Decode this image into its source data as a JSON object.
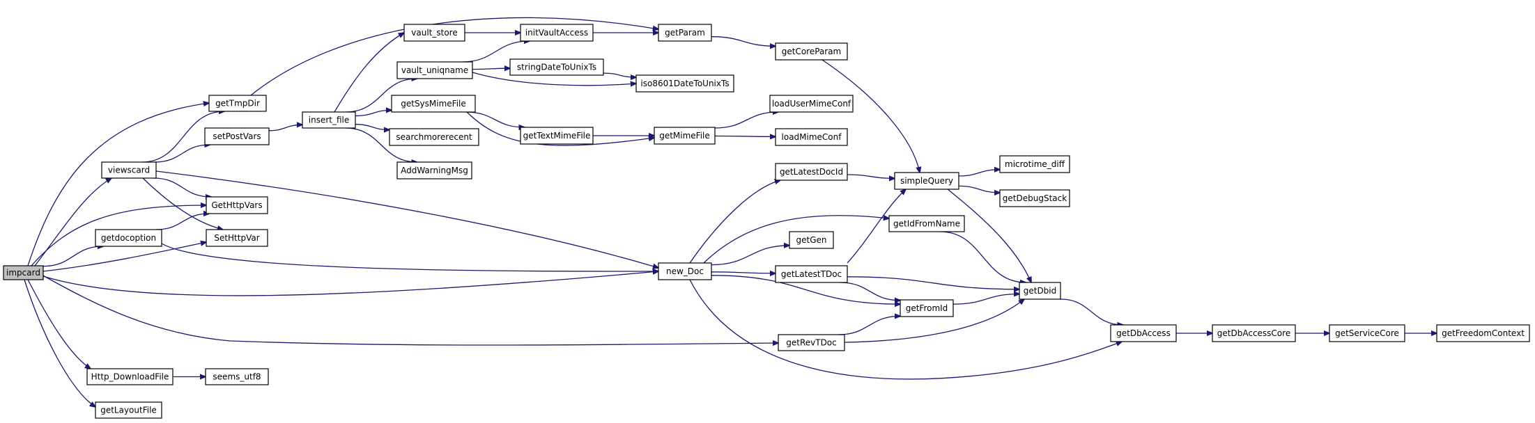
{
  "graph": {
    "colors": {
      "edge": "#191970",
      "node_border": "#000000",
      "node_fill": "#ffffff",
      "root_fill": "#bfbfbf"
    },
    "nodes": [
      {
        "id": "impcard",
        "label": "impcard",
        "root": true
      },
      {
        "id": "getTmpDir",
        "label": "getTmpDir"
      },
      {
        "id": "viewscard",
        "label": "viewscard"
      },
      {
        "id": "setPostVars",
        "label": "setPostVars"
      },
      {
        "id": "GetHttpVars",
        "label": "GetHttpVars"
      },
      {
        "id": "getdocoption",
        "label": "getdocoption"
      },
      {
        "id": "SetHttpVar",
        "label": "SetHttpVar"
      },
      {
        "id": "Http_DownloadFile",
        "label": "Http_DownloadFile"
      },
      {
        "id": "seems_utf8",
        "label": "seems_utf8"
      },
      {
        "id": "getLayoutFile",
        "label": "getLayoutFile"
      },
      {
        "id": "insert_file",
        "label": "insert_file"
      },
      {
        "id": "vault_store",
        "label": "vault_store"
      },
      {
        "id": "vault_uniqname",
        "label": "vault_uniqname"
      },
      {
        "id": "getSysMimeFile",
        "label": "getSysMimeFile"
      },
      {
        "id": "searchmorerecent",
        "label": "searchmorerecent"
      },
      {
        "id": "AddWarningMsg",
        "label": "AddWarningMsg"
      },
      {
        "id": "initVaultAccess",
        "label": "initVaultAccess"
      },
      {
        "id": "stringDateToUnixTs",
        "label": "stringDateToUnixTs"
      },
      {
        "id": "getTextMimeFile",
        "label": "getTextMimeFile"
      },
      {
        "id": "getParam",
        "label": "getParam"
      },
      {
        "id": "iso8601DateToUnixTs",
        "label": "iso8601DateToUnixTs"
      },
      {
        "id": "getMimeFile",
        "label": "getMimeFile"
      },
      {
        "id": "new_Doc",
        "label": "new_Doc"
      },
      {
        "id": "getCoreParam",
        "label": "getCoreParam"
      },
      {
        "id": "loadUserMimeConf",
        "label": "loadUserMimeConf"
      },
      {
        "id": "loadMimeConf",
        "label": "loadMimeConf"
      },
      {
        "id": "getLatestDocId",
        "label": "getLatestDocId"
      },
      {
        "id": "getGen",
        "label": "getGen"
      },
      {
        "id": "getLatestTDoc",
        "label": "getLatestTDoc"
      },
      {
        "id": "getRevTDoc",
        "label": "getRevTDoc"
      },
      {
        "id": "simpleQuery",
        "label": "simpleQuery"
      },
      {
        "id": "getIdFromName",
        "label": "getIdFromName"
      },
      {
        "id": "getFromId",
        "label": "getFromId"
      },
      {
        "id": "microtime_diff",
        "label": "microtime_diff"
      },
      {
        "id": "getDebugStack",
        "label": "getDebugStack"
      },
      {
        "id": "getDbid",
        "label": "getDbid"
      },
      {
        "id": "getDbAccess",
        "label": "getDbAccess"
      },
      {
        "id": "getDbAccessCore",
        "label": "getDbAccessCore"
      },
      {
        "id": "getServiceCore",
        "label": "getServiceCore"
      },
      {
        "id": "getFreedomContext",
        "label": "getFreedomContext"
      }
    ],
    "edges": [
      [
        "impcard",
        "getTmpDir"
      ],
      [
        "impcard",
        "viewscard"
      ],
      [
        "impcard",
        "GetHttpVars"
      ],
      [
        "impcard",
        "getdocoption"
      ],
      [
        "impcard",
        "SetHttpVar"
      ],
      [
        "impcard",
        "new_Doc"
      ],
      [
        "impcard",
        "getRevTDoc"
      ],
      [
        "impcard",
        "Http_DownloadFile"
      ],
      [
        "impcard",
        "getLayoutFile"
      ],
      [
        "getTmpDir",
        "getParam"
      ],
      [
        "viewscard",
        "getTmpDir"
      ],
      [
        "viewscard",
        "setPostVars"
      ],
      [
        "viewscard",
        "GetHttpVars"
      ],
      [
        "viewscard",
        "SetHttpVar"
      ],
      [
        "viewscard",
        "new_Doc"
      ],
      [
        "setPostVars",
        "insert_file"
      ],
      [
        "getdocoption",
        "GetHttpVars"
      ],
      [
        "getdocoption",
        "new_Doc"
      ],
      [
        "Http_DownloadFile",
        "seems_utf8"
      ],
      [
        "insert_file",
        "vault_store"
      ],
      [
        "insert_file",
        "vault_uniqname"
      ],
      [
        "insert_file",
        "getSysMimeFile"
      ],
      [
        "insert_file",
        "searchmorerecent"
      ],
      [
        "insert_file",
        "AddWarningMsg"
      ],
      [
        "vault_store",
        "initVaultAccess"
      ],
      [
        "vault_uniqname",
        "initVaultAccess"
      ],
      [
        "vault_uniqname",
        "stringDateToUnixTs"
      ],
      [
        "vault_uniqname",
        "iso8601DateToUnixTs"
      ],
      [
        "initVaultAccess",
        "getParam"
      ],
      [
        "stringDateToUnixTs",
        "iso8601DateToUnixTs"
      ],
      [
        "getSysMimeFile",
        "getTextMimeFile"
      ],
      [
        "getSysMimeFile",
        "getMimeFile"
      ],
      [
        "getTextMimeFile",
        "getMimeFile"
      ],
      [
        "getParam",
        "getCoreParam"
      ],
      [
        "getMimeFile",
        "loadUserMimeConf"
      ],
      [
        "getMimeFile",
        "loadMimeConf"
      ],
      [
        "getCoreParam",
        "simpleQuery"
      ],
      [
        "new_Doc",
        "getLatestDocId"
      ],
      [
        "new_Doc",
        "getIdFromName"
      ],
      [
        "new_Doc",
        "getGen"
      ],
      [
        "new_Doc",
        "getLatestTDoc"
      ],
      [
        "new_Doc",
        "getFromId"
      ],
      [
        "new_Doc",
        "getDbAccess"
      ],
      [
        "getLatestDocId",
        "simpleQuery"
      ],
      [
        "getLatestTDoc",
        "simpleQuery"
      ],
      [
        "getLatestTDoc",
        "getFromId"
      ],
      [
        "getLatestTDoc",
        "getDbid"
      ],
      [
        "getRevTDoc",
        "getFromId"
      ],
      [
        "getRevTDoc",
        "getDbid"
      ],
      [
        "getIdFromName",
        "getDbid"
      ],
      [
        "getFromId",
        "getDbid"
      ],
      [
        "simpleQuery",
        "microtime_diff"
      ],
      [
        "simpleQuery",
        "getDebugStack"
      ],
      [
        "simpleQuery",
        "getDbid"
      ],
      [
        "getDbid",
        "getDbAccess"
      ],
      [
        "getDbAccess",
        "getDbAccessCore"
      ],
      [
        "getDbAccessCore",
        "getServiceCore"
      ],
      [
        "getServiceCore",
        "getFreedomContext"
      ]
    ]
  }
}
